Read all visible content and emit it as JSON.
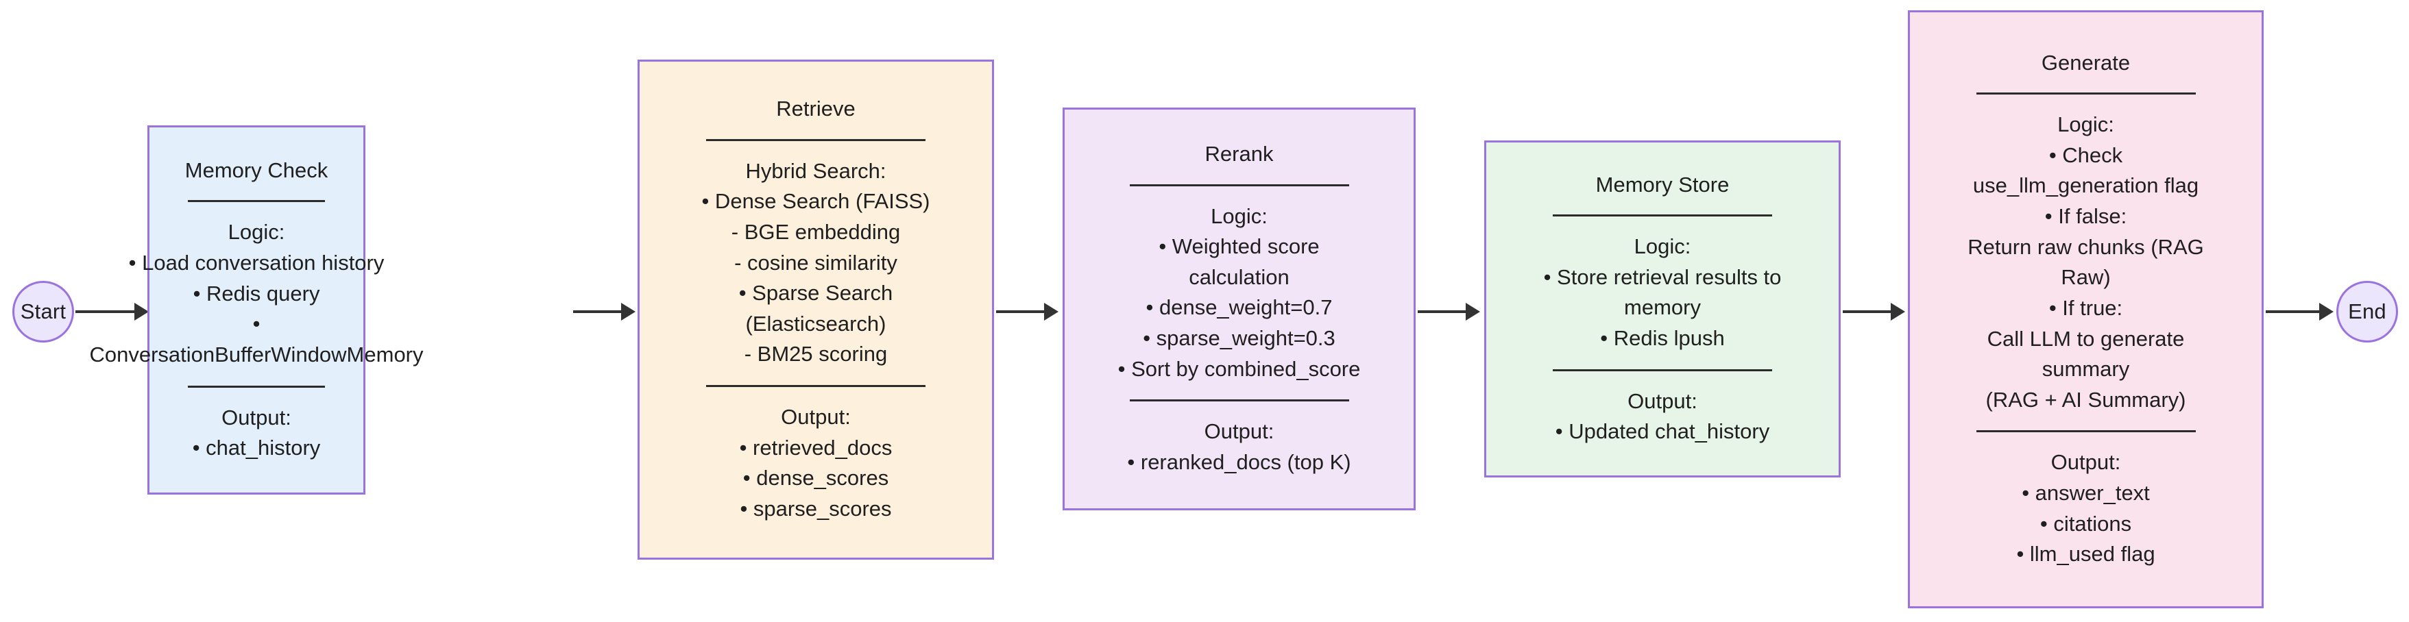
{
  "diagram": {
    "type": "flowchart",
    "direction": "left-to-right",
    "title": "RAG pipeline flowchart"
  },
  "nodes": {
    "start": {
      "label": "Start",
      "shape": "circle",
      "fill": "#ebe6fb",
      "stroke": "#9a73de"
    },
    "memory_check": {
      "title": "Memory Check",
      "fill": "#e3effb",
      "stroke": "#9a73de",
      "logic_heading": "Logic:",
      "logic_lines": [
        "• Load conversation history",
        "• Redis query",
        "•",
        "ConversationBufferWindowMemory"
      ],
      "output_heading": "Output:",
      "output_lines": [
        "• chat_history"
      ]
    },
    "retrieve": {
      "title": "Retrieve",
      "fill": "#fdf0dd",
      "stroke": "#9a73de",
      "logic_heading": "Hybrid Search:",
      "logic_lines": [
        "• Dense Search (FAISS)",
        "- BGE embedding",
        "- cosine similarity",
        "• Sparse Search",
        "(Elasticsearch)",
        "- BM25 scoring"
      ],
      "output_heading": "Output:",
      "output_lines": [
        "• retrieved_docs",
        "• dense_scores",
        "• sparse_scores"
      ]
    },
    "rerank": {
      "title": "Rerank",
      "fill": "#f3e5f8",
      "stroke": "#9a73de",
      "logic_heading": "Logic:",
      "logic_lines": [
        "• Weighted score",
        "calculation",
        "• dense_weight=0.7",
        "• sparse_weight=0.3",
        "• Sort by combined_score"
      ],
      "output_heading": "Output:",
      "output_lines": [
        "• reranked_docs (top K)"
      ]
    },
    "memory_store": {
      "title": "Memory Store",
      "fill": "#e7f5e9",
      "stroke": "#9a73de",
      "logic_heading": "Logic:",
      "logic_lines": [
        "• Store retrieval results to",
        "memory",
        "• Redis lpush"
      ],
      "output_heading": "Output:",
      "output_lines": [
        "• Updated chat_history"
      ]
    },
    "generate": {
      "title": "Generate",
      "fill": "#fbe3ee",
      "stroke": "#9a73de",
      "logic_heading": "Logic:",
      "logic_lines": [
        "• Check",
        "use_llm_generation flag",
        "• If false:",
        "Return raw chunks (RAG",
        "Raw)",
        "• If true:",
        "Call LLM to generate",
        "summary",
        "(RAG + AI Summary)"
      ],
      "output_heading": "Output:",
      "output_lines": [
        "• answer_text",
        "• citations",
        "• llm_used flag"
      ]
    },
    "end": {
      "label": "End",
      "shape": "circle",
      "fill": "#ebe6fb",
      "stroke": "#9a73de"
    }
  },
  "edges": [
    {
      "from": "start",
      "to": "memory_check"
    },
    {
      "from": "memory_check",
      "to": "retrieve"
    },
    {
      "from": "retrieve",
      "to": "rerank"
    },
    {
      "from": "rerank",
      "to": "memory_store"
    },
    {
      "from": "memory_store",
      "to": "generate"
    },
    {
      "from": "generate",
      "to": "end"
    }
  ],
  "colors": {
    "edge": "#333333",
    "rule": "#2b2b2b",
    "text": "#1f1f1f",
    "node_border": "#9a73de"
  }
}
